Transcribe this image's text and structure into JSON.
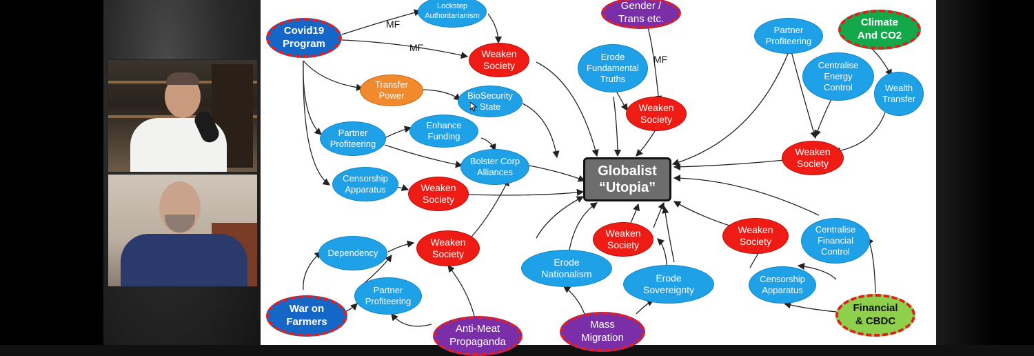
{
  "graph": {
    "center_label": "Globalist\n“Utopia”",
    "drivers": {
      "covid": "Covid19\nProgram",
      "gender": "Gender /\nTrans etc.",
      "climate": "Climate\nAnd CO2",
      "war_farmers": "War on\nFarmers",
      "anti_meat": "Anti-Meat\nPropaganda",
      "mass_migration": "Mass\nMigration",
      "financial": "Financial\n& CBDC"
    },
    "nodes": {
      "lockstep": "Lockstep\nAuthoritarianism",
      "transfer_power": "Transfer\nPower",
      "biosecurity": "BioSecurity\nState",
      "partner_prof_1": "Partner\nProfiteering",
      "enhance_funding": "Enhance\nFunding",
      "bolster": "Bolster Corp\nAlliances",
      "censorship_1": "Censorship\nApparatus",
      "erode_truths": "Erode\nFundamental\nTruths",
      "partner_prof_2": "Partner\nProfiteering",
      "centralise_energy": "Centralise\nEnergy\nControl",
      "wealth_transfer": "Wealth\nTransfer",
      "dependency": "Dependency",
      "partner_prof_3": "Partner\nProfiteering",
      "erode_nationalism": "Erode\nNationalism",
      "erode_sovereignty": "Erode\nSovereignty",
      "centralise_financial": "Centralise\nFinancial\nControl",
      "censorship_2": "Censorship\nApparatus"
    },
    "weaken_label": "Weaken\nSociety",
    "edge_labels": [
      "MF",
      "MF",
      "MF"
    ]
  },
  "colors": {
    "node_blue": "#1ea1e6",
    "weaken_red": "#ee1c14",
    "driver_border": "#e02020",
    "center_gray": "#6d6d6d"
  }
}
